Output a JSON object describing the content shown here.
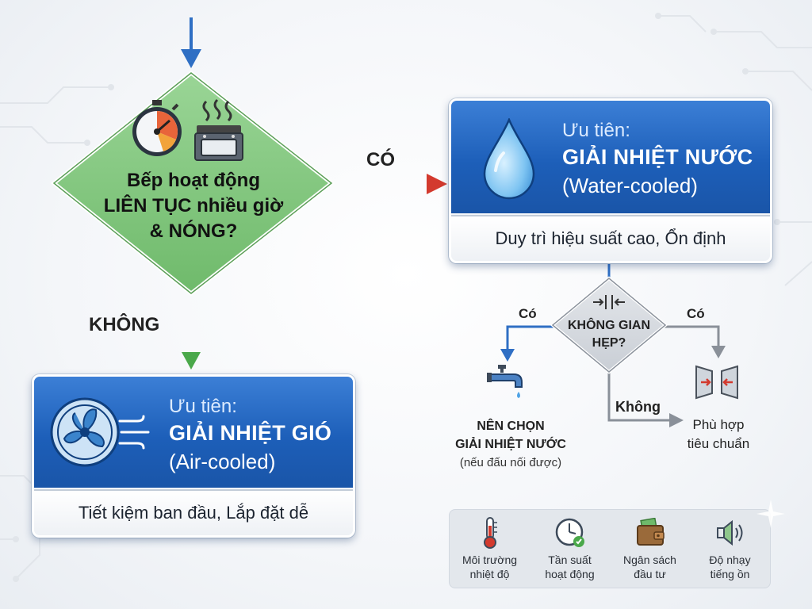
{
  "decision_main": {
    "line1": "Bếp hoạt động",
    "line2": "LIÊN TỤC nhiều giờ",
    "line3": "& NÓNG?"
  },
  "edge_yes_main": "CÓ",
  "edge_no_main": "KHÔNG",
  "water_card": {
    "line1": "Ưu tiên:",
    "line2": "GIẢI NHIỆT NƯỚC",
    "line3": "(Water-cooled)",
    "footer": "Duy trì hiệu suất cao, Ổn định"
  },
  "air_card": {
    "line1": "Ưu tiên:",
    "line2": "GIẢI NHIỆT GIÓ",
    "line3": "(Air-cooled)",
    "footer": "Tiết kiệm ban đầu, Lắp đặt dễ"
  },
  "decision_space": {
    "line1": "KHÔNG GIAN",
    "line2": "HẸP?"
  },
  "edge_left_co": "Có",
  "edge_right_co": "Có",
  "edge_khong": "Không",
  "result_left": {
    "line1": "NÊN CHỌN",
    "line2": "GIẢI NHIỆT NƯỚC",
    "line3": "(nếu đấu nối được)"
  },
  "result_right": {
    "line1": "Phù hợp",
    "line2": "tiêu chuẩn"
  },
  "legend": [
    {
      "icon": "thermometer-icon",
      "line1": "Môi trường",
      "line2": "nhiệt độ"
    },
    {
      "icon": "clock-icon",
      "line1": "Tần suất",
      "line2": "hoạt động"
    },
    {
      "icon": "wallet-icon",
      "line1": "Ngân sách",
      "line2": "đầu tư"
    },
    {
      "icon": "speaker-icon",
      "line1": "Độ nhạy",
      "line2": "tiếng ồn"
    }
  ],
  "colors": {
    "diamond_green": "#7cc47a",
    "card_blue": "#1d5fb9",
    "arrow_red": "#d33a2e",
    "arrow_green": "#4aa84a",
    "arrow_blue": "#2f6fc4",
    "arrow_gray": "#8a9099"
  }
}
